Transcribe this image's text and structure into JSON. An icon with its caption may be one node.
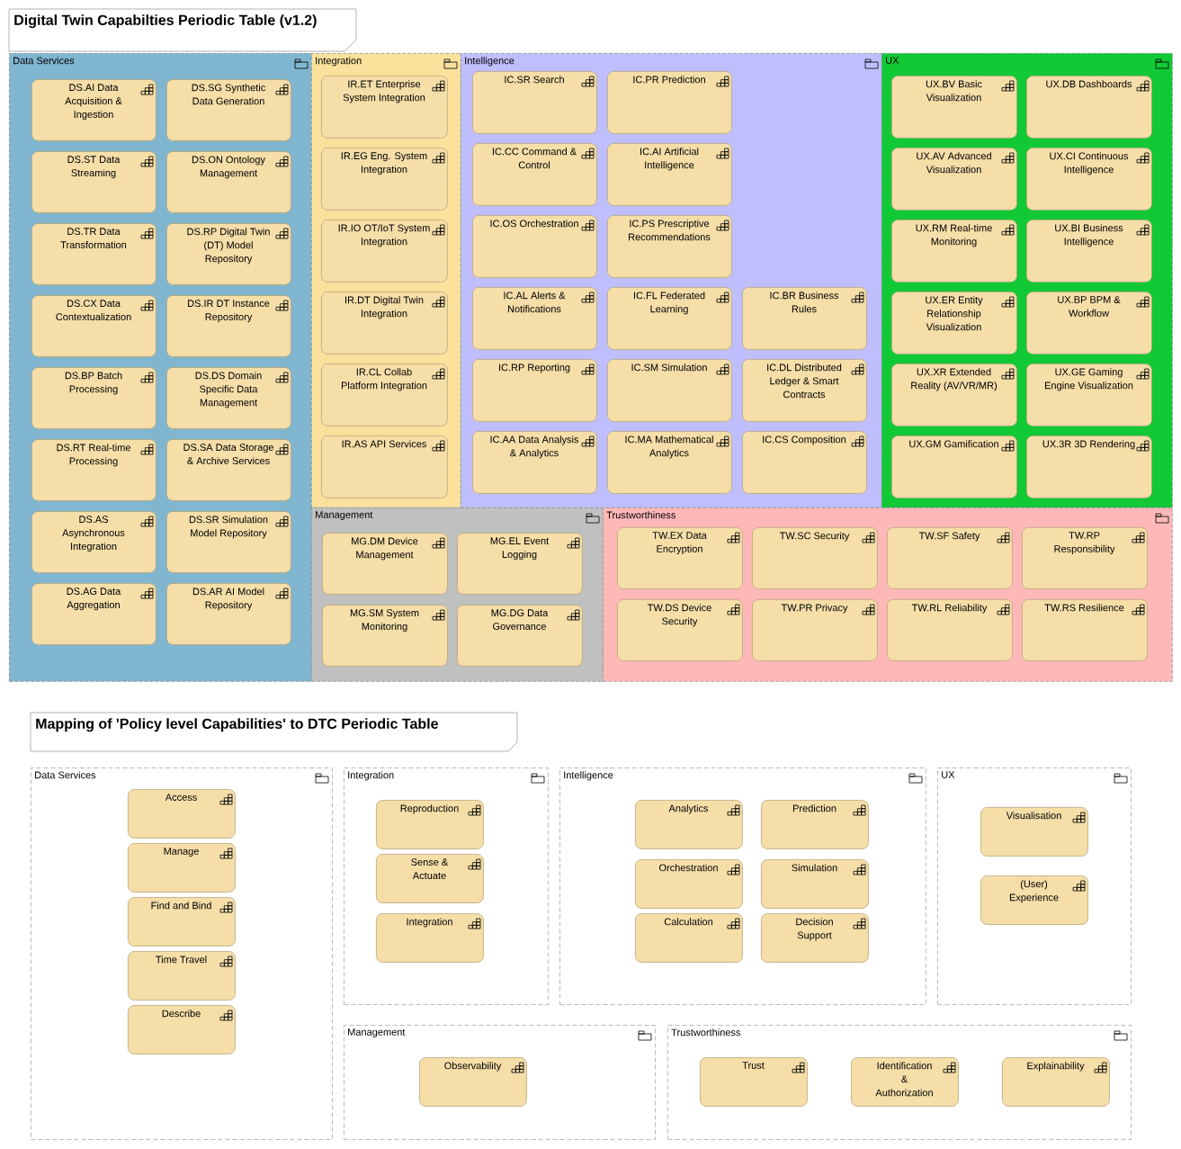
{
  "diagram": {
    "nodes": [
      {
        "text": [
          "Digital Twin Capabilties Periodic Table (v1.2)"
        ]
      },
      {
        "text": [
          "Data Services"
        ]
      },
      {
        "text": [
          "DS.AI Data Acquisition & Ingestion"
        ],
        "in": 1
      },
      {
        "text": [
          "DS.SG Synthetic Data Generation"
        ],
        "in": 1
      },
      {
        "text": [
          "DS.ST Data Streaming"
        ],
        "in": 1
      },
      {
        "text": [
          "DS.ON Ontology Management"
        ],
        "in": 1
      },
      {
        "text": [
          "DS.TR Data Transformation"
        ],
        "in": 1
      },
      {
        "text": [
          "DS.RP Digital Twin (DT) Model Repository"
        ],
        "in": 1
      },
      {
        "text": [
          "DS.CX Data Contextualization"
        ],
        "in": 1
      },
      {
        "text": [
          "DS.IR DT Instance Repository"
        ],
        "in": 1
      },
      {
        "text": [
          "DS.BP Batch Processing"
        ],
        "in": 1
      },
      {
        "text": [
          "DS.DS Domain Specific Data Management"
        ],
        "in": 1
      },
      {
        "text": [
          "DS.RT Real-time Processing"
        ],
        "in": 1
      },
      {
        "text": [
          "DS.SA Data Storage & Archive Services"
        ],
        "in": 1
      },
      {
        "text": [
          "DS.AS Asynchronous Integration"
        ],
        "in": 1
      },
      {
        "text": [
          "DS.SR Simulation Model Repository"
        ],
        "in": 1
      },
      {
        "text": [
          "DS.AG Data Aggregation"
        ],
        "in": 1
      },
      {
        "text": [
          "DS.AR AI Model Repository"
        ],
        "in": 1
      },
      {
        "text": [
          "Integration"
        ]
      },
      {
        "text": [
          "IR.ET Enterprise System Integration"
        ],
        "in": 18
      },
      {
        "text": [
          "IR.EG Eng. System Integration"
        ],
        "in": 18
      },
      {
        "text": [
          "IR.IO OT/IoT System Integration"
        ],
        "in": 18
      },
      {
        "text": [
          "IR.DT Digital Twin Integration"
        ],
        "in": 18
      },
      {
        "text": [
          "IR.CL Collab Platform Integration"
        ],
        "in": 18
      },
      {
        "text": [
          "IR.AS API Services"
        ],
        "in": 18
      },
      {
        "text": [
          "Intelligence"
        ]
      },
      {
        "text": [
          "IC.SR Search"
        ],
        "in": 25
      },
      {
        "text": [
          "IC.PR Prediction"
        ],
        "in": 25
      },
      {
        "text": [
          "IC.CC Command & Control"
        ],
        "in": 25
      },
      {
        "text": [
          "IC.AI Artificial Intelligence"
        ],
        "in": 25
      },
      {
        "text": [
          "IC.OS Orchestration"
        ],
        "in": 25
      },
      {
        "text": [
          "IC.PS Prescriptive Recommendations"
        ],
        "in": 25
      },
      {
        "text": [
          "IC.AL Alerts & Notifications"
        ],
        "in": 25
      },
      {
        "text": [
          "IC.FL Federated Learning"
        ],
        "in": 25
      },
      {
        "text": [
          "IC.BR Business Rules"
        ],
        "in": 25
      },
      {
        "text": [
          "IC.RP Reporting"
        ],
        "in": 25
      },
      {
        "text": [
          "IC.SM Simulation"
        ],
        "in": 25
      },
      {
        "text": [
          "IC.DL Distributed Ledger & Smart Contracts"
        ],
        "in": 25
      },
      {
        "text": [
          "IC.AA Data Analysis & Analytics"
        ],
        "in": 25
      },
      {
        "text": [
          "IC.MA Mathematical Analytics"
        ],
        "in": 25
      },
      {
        "text": [
          "IC.CS Composition"
        ],
        "in": 25
      },
      {
        "text": [
          "UX"
        ]
      },
      {
        "text": [
          "UX.BV Basic Visualization"
        ],
        "in": 41
      },
      {
        "text": [
          "UX.DB Dashboards"
        ],
        "in": 41
      },
      {
        "text": [
          "UX.AV Advanced Visualization"
        ],
        "in": 41
      },
      {
        "text": [
          "UX.CI Continuous Intelligence"
        ],
        "in": 41
      },
      {
        "text": [
          "UX.RM Real-time Monitoring"
        ],
        "in": 41
      },
      {
        "text": [
          "UX.BI Business Intelligence"
        ],
        "in": 41
      },
      {
        "text": [
          "UX.ER Entity Relationship Visualization"
        ],
        "in": 41
      },
      {
        "text": [
          "UX.BP BPM & Workflow"
        ],
        "in": 41
      },
      {
        "text": [
          "UX.XR Extended Reality (AV/VR/MR)"
        ],
        "in": 41
      },
      {
        "text": [
          "UX.GE Gaming Engine Visualization"
        ],
        "in": 41
      },
      {
        "text": [
          "UX.GM Gamification"
        ],
        "in": 41
      },
      {
        "text": [
          "UX.3R 3D Rendering"
        ],
        "in": 41
      },
      {
        "text": [
          "Management"
        ]
      },
      {
        "text": [
          "MG.DM Device Management"
        ],
        "in": 54
      },
      {
        "text": [
          "MG.EL Event Logging"
        ],
        "in": 54
      },
      {
        "text": [
          "MG.SM System Monitoring"
        ],
        "in": 54
      },
      {
        "text": [
          "MG.DG Data Governance"
        ],
        "in": 54
      },
      {
        "text": [
          "Trustworthiness"
        ]
      },
      {
        "text": [
          "TW.EX Data Encryption"
        ],
        "in": 59
      },
      {
        "text": [
          "TW.SC Security"
        ],
        "in": 59
      },
      {
        "text": [
          "TW.SF Safety"
        ],
        "in": 59
      },
      {
        "text": [
          "TW.RP Responsibility"
        ],
        "in": 59
      },
      {
        "text": [
          "TW.DS Device Security"
        ],
        "in": 59
      },
      {
        "text": [
          "TW.PR Privacy"
        ],
        "in": 59
      },
      {
        "text": [
          "TW.RL Reliability"
        ],
        "in": 59
      },
      {
        "text": [
          "TW.RS Resilience"
        ],
        "in": 59
      },
      {
        "text": [
          "Mapping of 'Policy level Capabilities' to DTC Periodic Table"
        ]
      },
      {
        "text": [
          "Data Services"
        ]
      },
      {
        "text": [
          "Access"
        ],
        "in": 69
      },
      {
        "text": [
          "Manage"
        ],
        "in": 69
      },
      {
        "text": [
          "Find and Bind"
        ],
        "in": 69
      },
      {
        "text": [
          "Time Travel"
        ],
        "in": 69
      },
      {
        "text": [
          "Describe"
        ],
        "in": 69
      },
      {
        "text": [
          "Integration"
        ]
      },
      {
        "text": [
          "Reproduction"
        ],
        "in": 75
      },
      {
        "text": [
          "Sense & Actuate"
        ],
        "in": 75
      },
      {
        "text": [
          "Integration"
        ],
        "in": 75
      },
      {
        "text": [
          "Intelligence"
        ]
      },
      {
        "text": [
          "Analytics"
        ],
        "in": 79
      },
      {
        "text": [
          "Prediction"
        ],
        "in": 79
      },
      {
        "text": [
          "Orchestration"
        ],
        "in": 79
      },
      {
        "text": [
          "Simulation"
        ],
        "in": 79
      },
      {
        "text": [
          "Calculation"
        ],
        "in": 79
      },
      {
        "text": [
          "Decision Support"
        ],
        "in": 79
      },
      {
        "text": [
          "UX"
        ]
      },
      {
        "text": [
          "Visualisation"
        ],
        "in": 86
      },
      {
        "text": [
          "(User) Experience"
        ],
        "in": 86
      },
      {
        "text": [
          "Management"
        ]
      },
      {
        "text": [
          "Observability"
        ],
        "in": 89
      },
      {
        "text": [
          "Trustworthiness"
        ]
      },
      {
        "text": [
          "Trust"
        ],
        "in": 91
      },
      {
        "text": [
          "Identification & Authorization"
        ],
        "in": 91
      },
      {
        "text": [
          "Explainability"
        ],
        "in": 91
      }
    ]
  }
}
